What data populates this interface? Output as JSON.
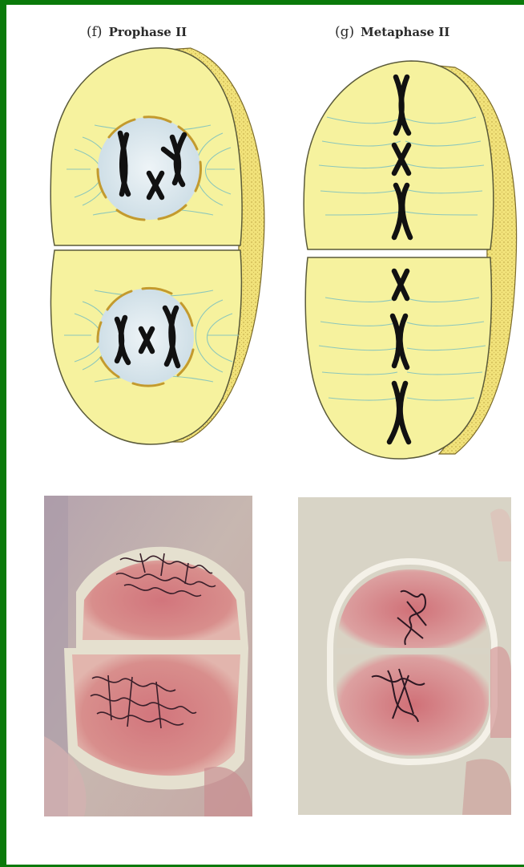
{
  "panels": [
    {
      "letter": "(f)",
      "name": "Prophase II"
    },
    {
      "letter": "(g)",
      "name": "Metaphase II"
    }
  ],
  "colors": {
    "frame_border": "#0a7a0a",
    "cytoplasm": "#f6f29e",
    "cell_edge": "#efe079",
    "nucleus": "#dfe9ef",
    "chromosome": "#111111",
    "spindle": "#7fbfb5",
    "nuclear_envelope": "#c5a133",
    "stain_pink": "#d98b86"
  },
  "icons": [
    "prophase-ii-cell-diagram",
    "metaphase-ii-cell-diagram",
    "prophase-ii-micrograph",
    "metaphase-ii-micrograph"
  ]
}
